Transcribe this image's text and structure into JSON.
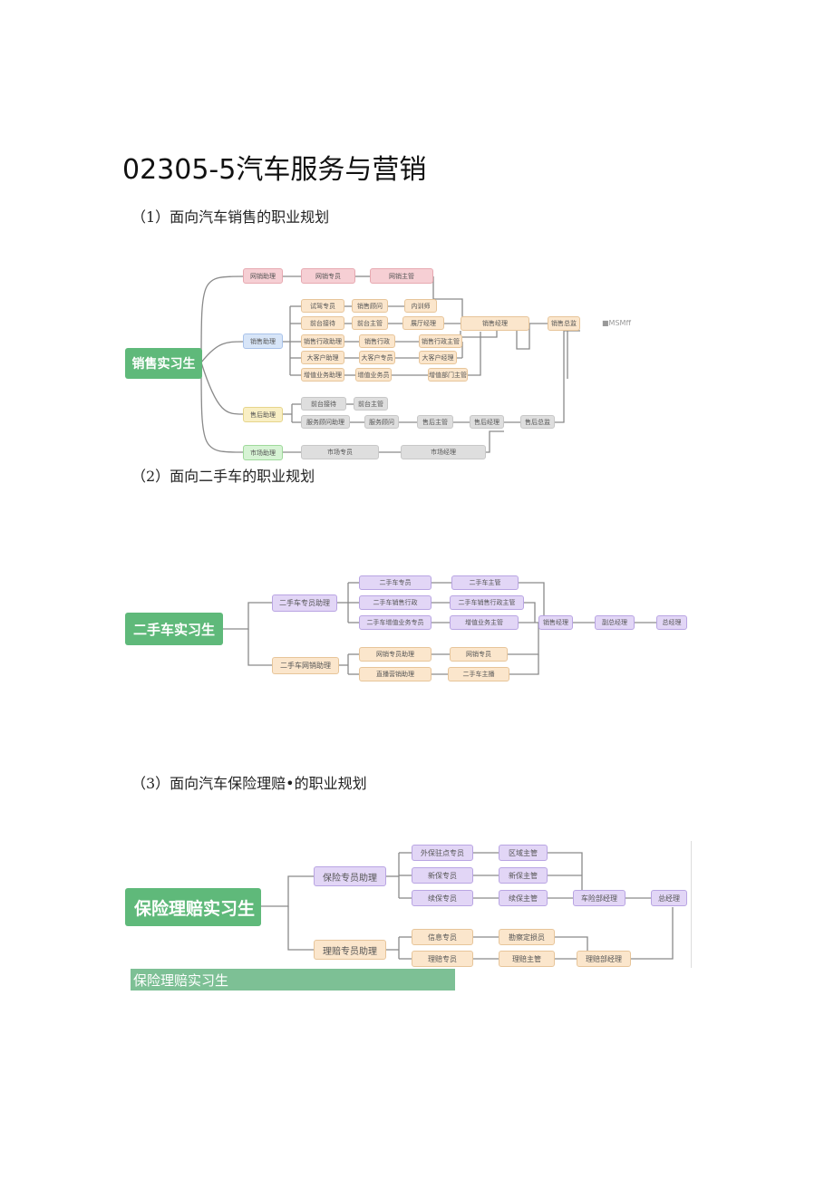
{
  "title": "02305-5汽车服务与营销",
  "sections": {
    "s1": "（1）面向汽车销售的职业规划",
    "s2": "（2）面向二手车的职业规划",
    "s3": "（3）面向汽车保险理赔•的职业规划"
  },
  "colors": {
    "root_green": "#5fb97a",
    "purple": "#e2d6f6",
    "orange": "#fbe6cc",
    "red": "#f6cfd4",
    "blue": "#d7e5f8",
    "yellow": "#f9efc4",
    "gray": "#dedede",
    "light_green": "#d6f3d4",
    "banner": "#7dc095"
  },
  "diagram1": {
    "root": "销售实习生",
    "note": "■MSMff",
    "nodes": {
      "n_wlzl": "网销助理",
      "n_wlzy": "网销专员",
      "n_wlzg": "网销主管",
      "n_sjzy": "试驾专员",
      "n_xsgw": "销售顾问",
      "n_nxs": "内训师",
      "n_qtjd": "前台接待",
      "n_qtzg": "前台主管",
      "n_ztjl": "展厅经理",
      "n_xszl": "销售助理",
      "n_xsxzzl": "销售行政助理",
      "n_xsxz": "销售行政",
      "n_xsxzzg": "销售行政主管",
      "n_dkhzl": "大客户助理",
      "n_dkhzy": "大客户专员",
      "n_dkhjl": "大客户经理",
      "n_zzywzl": "增值业务助理",
      "n_zzywzy": "增值业务员",
      "n_zzbmzg": "增值部门主管",
      "n_xsjl": "销售经理",
      "n_xszj": "销售总监",
      "n_shzl": "售后助理",
      "n_qtjd2": "前台接待",
      "n_qtzg2": "前台主管",
      "n_shgwzl": "服务顾问助理",
      "n_fwgw": "服务顾问",
      "n_shzg": "售后主管",
      "n_shjl": "售后经理",
      "n_shzj": "售后总监",
      "n_sczl": "市场助理",
      "n_sczy": "市场专员",
      "n_scjl": "市场经理"
    }
  },
  "diagram2": {
    "root": "二手车实习生",
    "nodes": {
      "n_zyzl": "二手车专员助理",
      "n_zy": "二手车专员",
      "n_zg": "二手车主管",
      "n_xsxz": "二手车销售行政",
      "n_xsxzzg": "二手车销售行政主管",
      "n_zzyw": "二手车增值业务专员",
      "n_zzywzg": "增值业务主管",
      "n_xsjl": "销售经理",
      "n_fzjl": "副总经理",
      "n_zjl": "总经理",
      "n_wlzl": "二手车网销助理",
      "n_wlzyzl": "网销专员助理",
      "n_wlzy": "网销专员",
      "n_zbyx": "直播营销助理",
      "n_zb": "二手车主播"
    }
  },
  "diagram3": {
    "root": "保险理赔实习生",
    "banner": "保险理赔实习生",
    "nodes": {
      "n_bxzl": "保险专员助理",
      "n_wbzd": "外保驻点专员",
      "n_qyzg": "区域主管",
      "n_xbzy": "新保专员",
      "n_xbzg": "新保主管",
      "n_xubzy": "续保专员",
      "n_xubzg": "续保主管",
      "n_cxbjl": "车险部经理",
      "n_zjl": "总经理",
      "n_lpzl": "理赔专员助理",
      "n_xszy": "信息专员",
      "n_kdds": "勘察定损员",
      "n_lpzy": "理赔专员",
      "n_lpzg": "理赔主管",
      "n_lpbjl": "理赔部经理"
    }
  }
}
